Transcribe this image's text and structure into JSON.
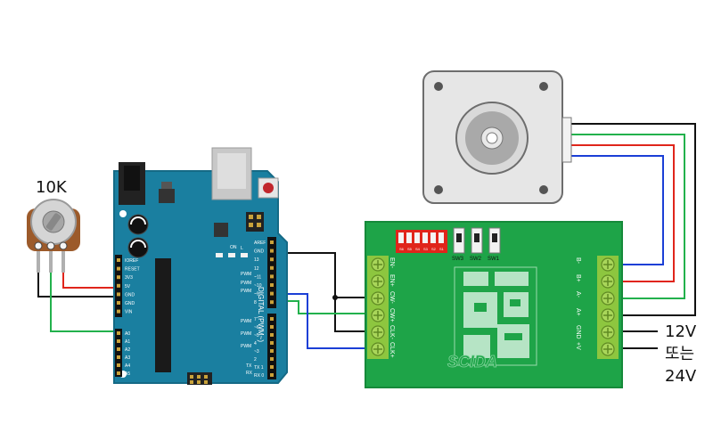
{
  "potentiometer": {
    "label": "10K"
  },
  "arduino": {
    "power_pins": [
      "IOREF",
      "RESET",
      "3V3",
      "5V",
      "GND",
      "GND",
      "VIN"
    ],
    "analog_pins": [
      "A0",
      "A1",
      "A2",
      "A3",
      "A4",
      "A5"
    ],
    "top_pins": [
      "AREF",
      "GND",
      "13",
      "12",
      "~11",
      "~10",
      "~9",
      "8"
    ],
    "bottom_pins": [
      "7",
      "~6",
      "~5",
      "4",
      "~3",
      "2",
      "TX 1",
      "RX 0"
    ],
    "digital_header_label": "DIGITAL (PWM~)",
    "pwm_marks": [
      "PWM",
      "PWM",
      "PWM",
      "PWM",
      "PWM",
      "PWM"
    ],
    "tx_label": "TX",
    "rx_label": "RX",
    "on_label": "ON",
    "l_label": "L"
  },
  "driver": {
    "switches": [
      "SW3",
      "SW2",
      "SW1"
    ],
    "dip_labels": [
      "S6",
      "S5",
      "S4",
      "S3",
      "S2",
      "S1"
    ],
    "left_terminals": [
      "EN-",
      "EN+",
      "CW-",
      "CW+",
      "CLK-",
      "CLK+"
    ],
    "right_terminals": [
      "B-",
      "B+",
      "A-",
      "A+",
      "GND",
      "+V"
    ],
    "watermark": "SCIDA"
  },
  "power_label": {
    "line1": "12V",
    "line2": "또는",
    "line3": "24V"
  },
  "colors": {
    "board": "#1a7fa0",
    "driver": "#1ea448",
    "terminal": "#8dc63f",
    "motor": "#e6e6e6",
    "wire_red": "#e0251b",
    "wire_green": "#22b14c",
    "wire_blue": "#1b3fd6",
    "wire_black": "#111111"
  }
}
